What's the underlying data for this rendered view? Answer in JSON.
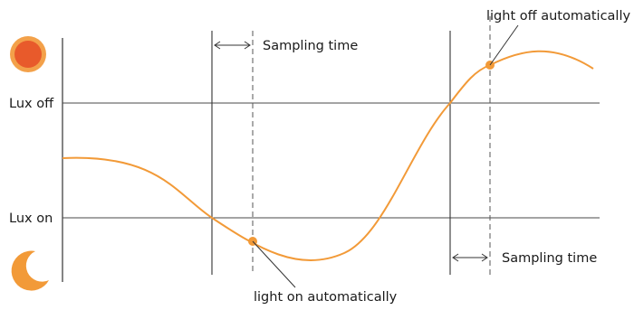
{
  "labels": {
    "lux_off": "Lux off",
    "lux_on": "Lux on",
    "sampling_time_top": "Sampling time",
    "sampling_time_bottom": "Sampling time",
    "light_off_auto": "light off automatically",
    "light_on_auto": "light on automatically"
  },
  "icons": {
    "sun": "sun-icon",
    "moon": "moon-icon"
  },
  "colors": {
    "curve": "#f29a38",
    "marker": "#f29a38",
    "sun_outer": "#f3a14a",
    "sun_inner": "#e85a2b",
    "moon": "#f29a38"
  }
}
